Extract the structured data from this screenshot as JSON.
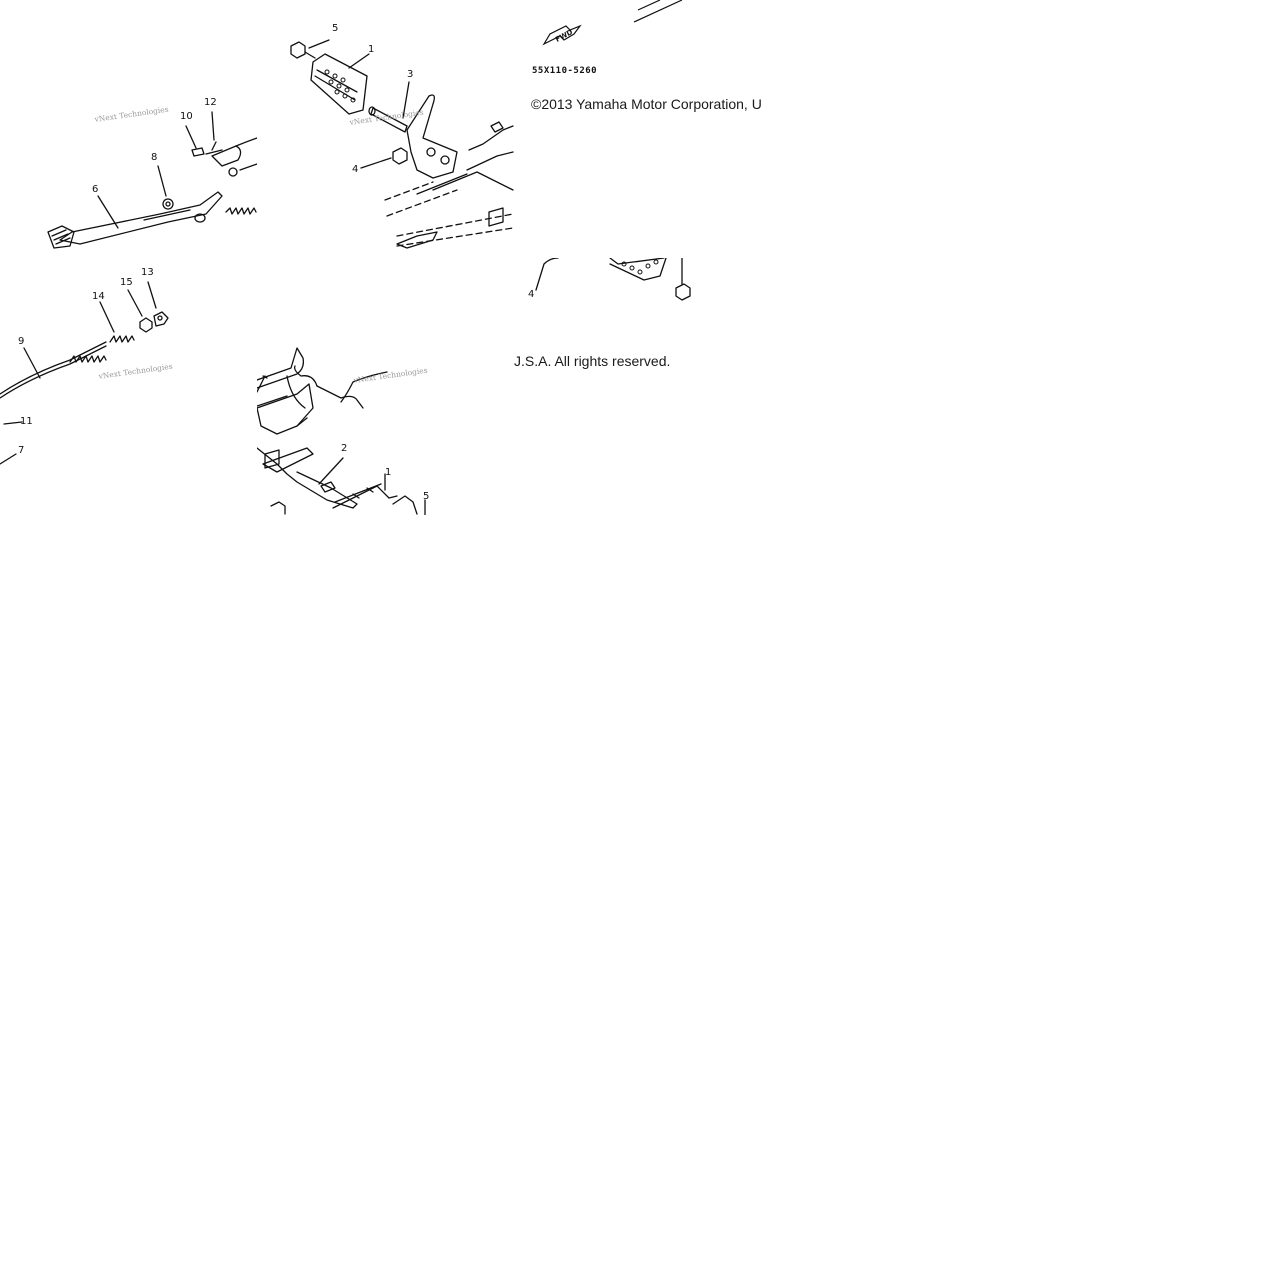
{
  "copyright": {
    "part1": "©2013 Yamaha Motor Corporation, U",
    "part2": "J.S.A. All rights reserved."
  },
  "part_code": "55X110-5260",
  "fwd_label": "FWD",
  "watermark": "vNext Technologies",
  "callouts": {
    "t1": {
      "c12": "12",
      "c10": "10",
      "c8": "8",
      "c6": "6"
    },
    "t2": {
      "c5": "5",
      "c1": "1",
      "c3": "3",
      "c4": "4"
    },
    "t3": {
      "c14": "14",
      "c15": "15",
      "c13": "13",
      "c9": "9",
      "c11": "11",
      "c7": "7"
    },
    "t4": {
      "c2": "2",
      "c1": "1",
      "c5": "5"
    },
    "t5": {
      "c4": "4"
    }
  },
  "colors": {
    "line": "#111111",
    "watermark": "#9a9a9a",
    "background": "#ffffff"
  }
}
